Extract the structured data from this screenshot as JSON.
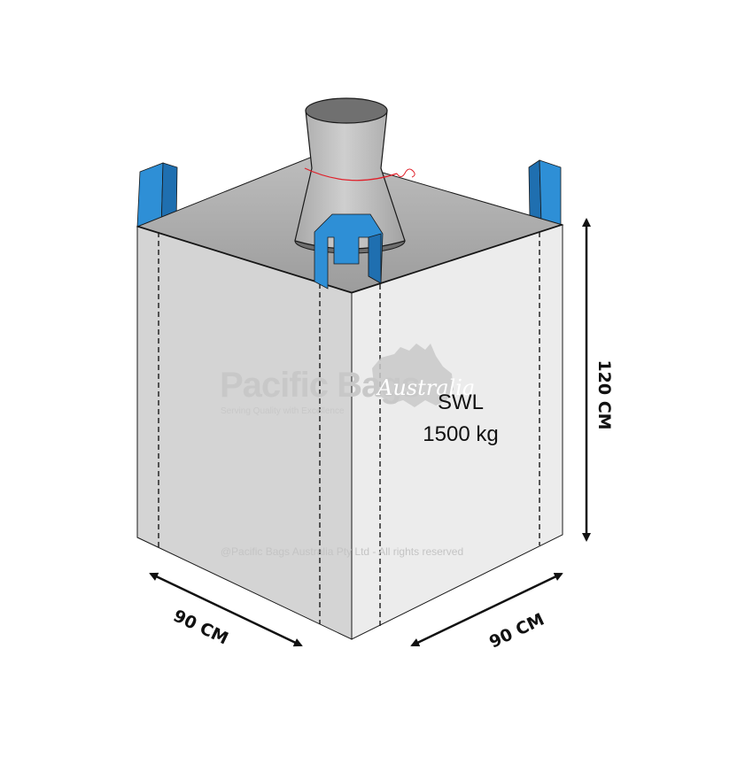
{
  "diagram": {
    "swl_label": "SWL",
    "swl_value": "1500 kg",
    "height_label": "120 CM",
    "width_left_label": "90 CM",
    "width_right_label": "90 CM",
    "watermark_brand": "Pacific Bags",
    "watermark_script": "Australia",
    "watermark_tagline": "Serving Quality with Excellence",
    "copyright": "@Pacific Bags Australia Pty Ltd - All rights reserved"
  },
  "colors": {
    "loop_blue": "#2e8fd6",
    "left_face": "#d4d4d4",
    "right_face": "#ececec",
    "top_face": "#a7a7a7",
    "spout": "#b9b9b9",
    "tie_red": "#e0202a",
    "outline": "#1a1a1a"
  },
  "icons": {
    "dimension_arrows": "double-headed-arrow",
    "watermark_map": "australia-map-silhouette"
  }
}
